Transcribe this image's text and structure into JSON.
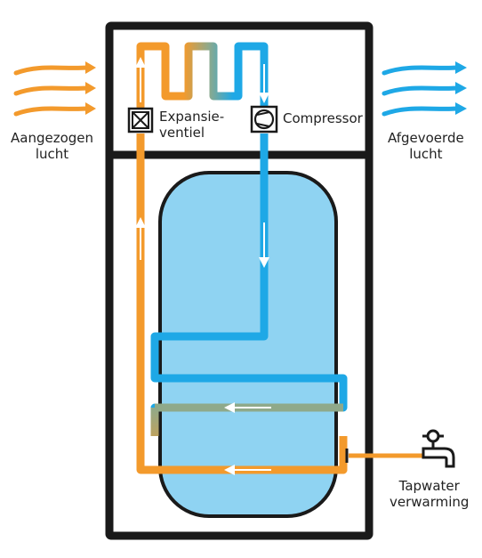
{
  "labels": {
    "intake_air": [
      "Aangezogen",
      "lucht"
    ],
    "exhaust_air": [
      "Afgevoerde",
      "lucht"
    ],
    "expansion_valve": [
      "Expansie-",
      "ventiel"
    ],
    "compressor": "Compressor",
    "tap_water": [
      "Tapwater",
      "verwarming"
    ]
  },
  "colors": {
    "warm": "#f39a2c",
    "cold": "#1ea8e6",
    "mixed": "#8fa98a",
    "tank": "#8fd3f2",
    "frame": "#1a1a1a"
  },
  "icons": [
    "intake-air-arrows-icon",
    "exhaust-air-arrows-icon",
    "expansion-valve-icon",
    "compressor-icon",
    "tap-faucet-icon",
    "flow-arrow-icon"
  ]
}
